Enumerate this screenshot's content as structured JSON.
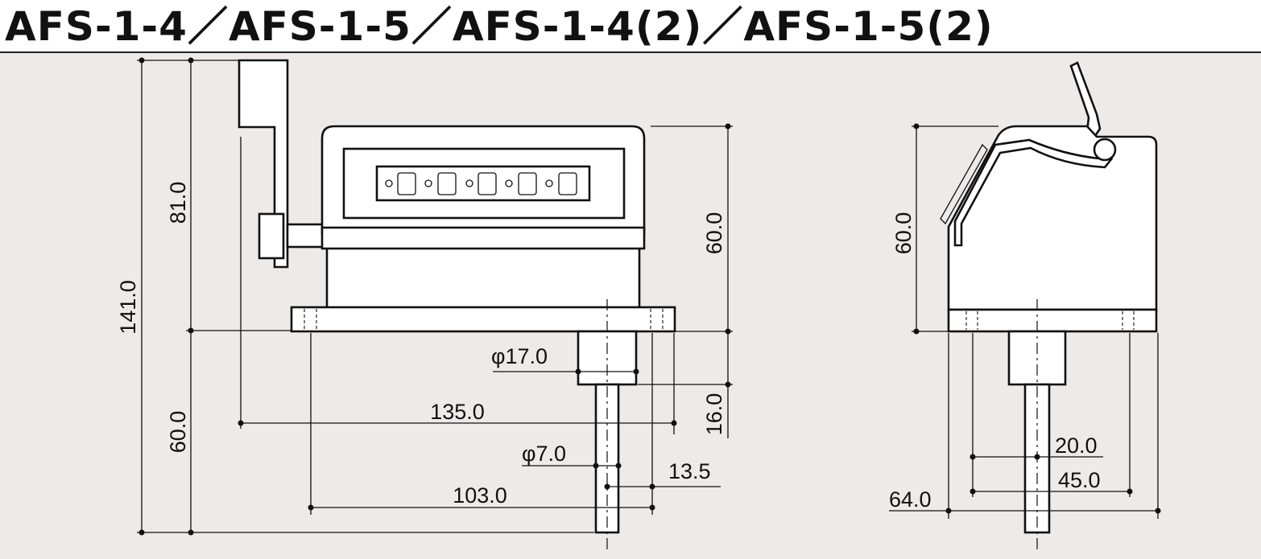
{
  "title": "AFS-1-4／AFS-1-5／AFS-1-4(2)／AFS-1-5(2)",
  "front_view": {
    "dim_total_height": "141.0",
    "dim_upper_height": "81.0",
    "dim_lower_height": "60.0",
    "dim_body_height": "60.0",
    "dim_shaft_collar_length": "16.0",
    "dim_collar_diameter": "φ17.0",
    "dim_shaft_diameter": "φ7.0",
    "dim_overall_width": "135.0",
    "dim_hole_pitch": "103.0",
    "dim_shaft_offset": "13.5",
    "counter_digits": 5
  },
  "side_view": {
    "dim_body_height": "60.0",
    "dim_hole_half_pitch": "20.0",
    "dim_hole_pitch": "45.0",
    "dim_overall_depth": "64.0"
  }
}
